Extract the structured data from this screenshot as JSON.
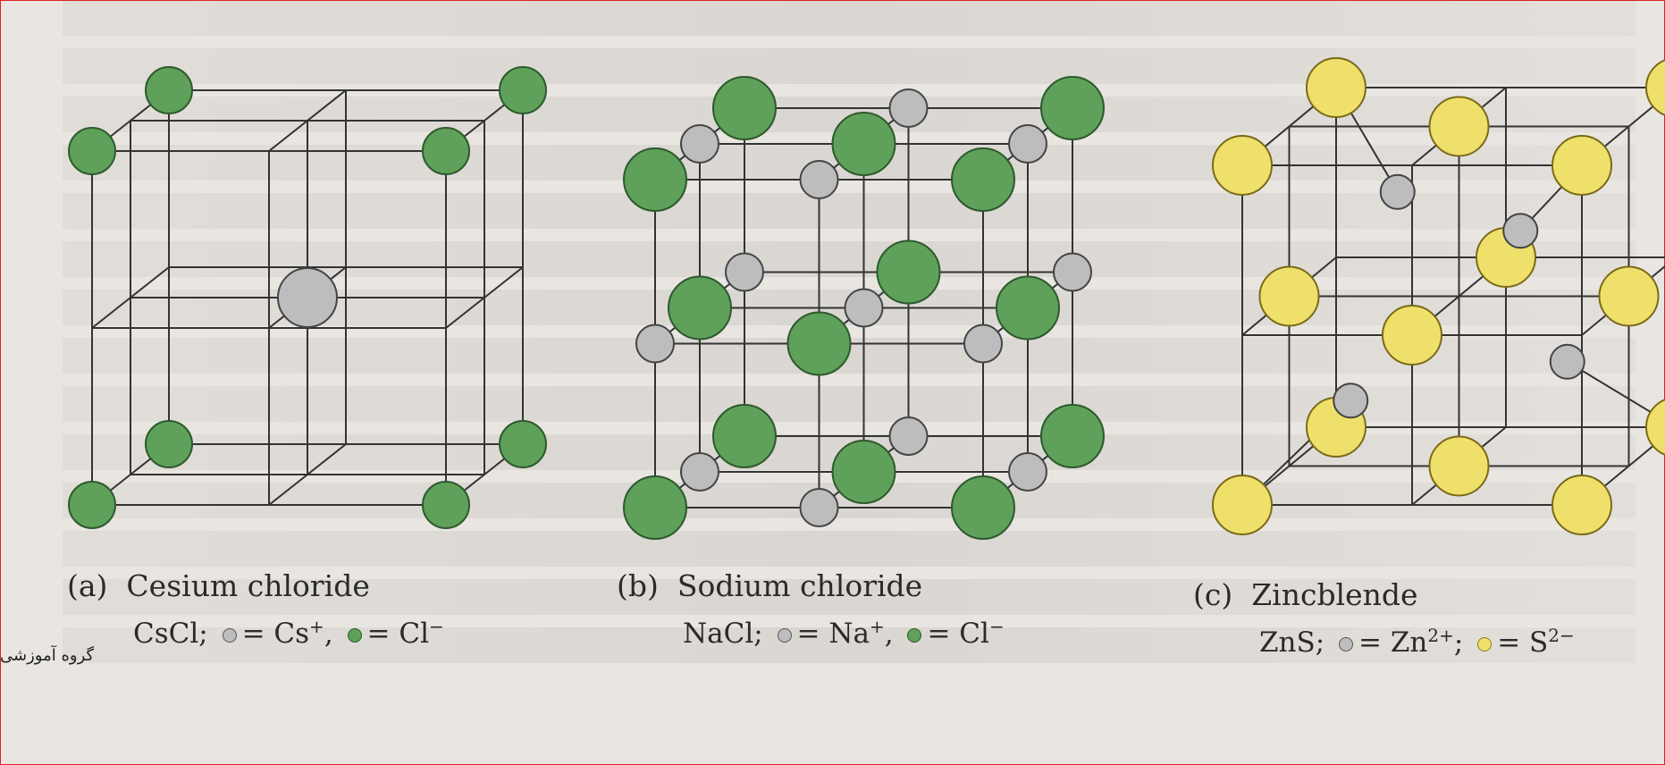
{
  "panels": [
    {
      "letter": "(a)",
      "title": "Cesium chloride",
      "formula": "CsCl;",
      "ion1": "= Cs",
      "ion1_sup": "+",
      "ion2": "= Cl",
      "ion2_sup": "−",
      "ion1_color": "#bdbdbd",
      "ion2_color": "#5fa05a"
    },
    {
      "letter": "(b)",
      "title": "Sodium chloride",
      "formula": "NaCl;",
      "ion1": "= Na",
      "ion1_sup": "+",
      "ion2": "= Cl",
      "ion2_sup": "−",
      "ion1_color": "#bdbdbd",
      "ion2_color": "#5fa05a"
    },
    {
      "letter": "(c)",
      "title": "Zincblende",
      "formula": "ZnS;",
      "ion1": "= Zn",
      "ion1_sup": "2+",
      "ion2": "= S",
      "ion2_sup": "2−",
      "ion1_color": "#bdbdbd",
      "ion2_color": "#efe06c"
    }
  ],
  "watermark": "گروه آموزشی"
}
